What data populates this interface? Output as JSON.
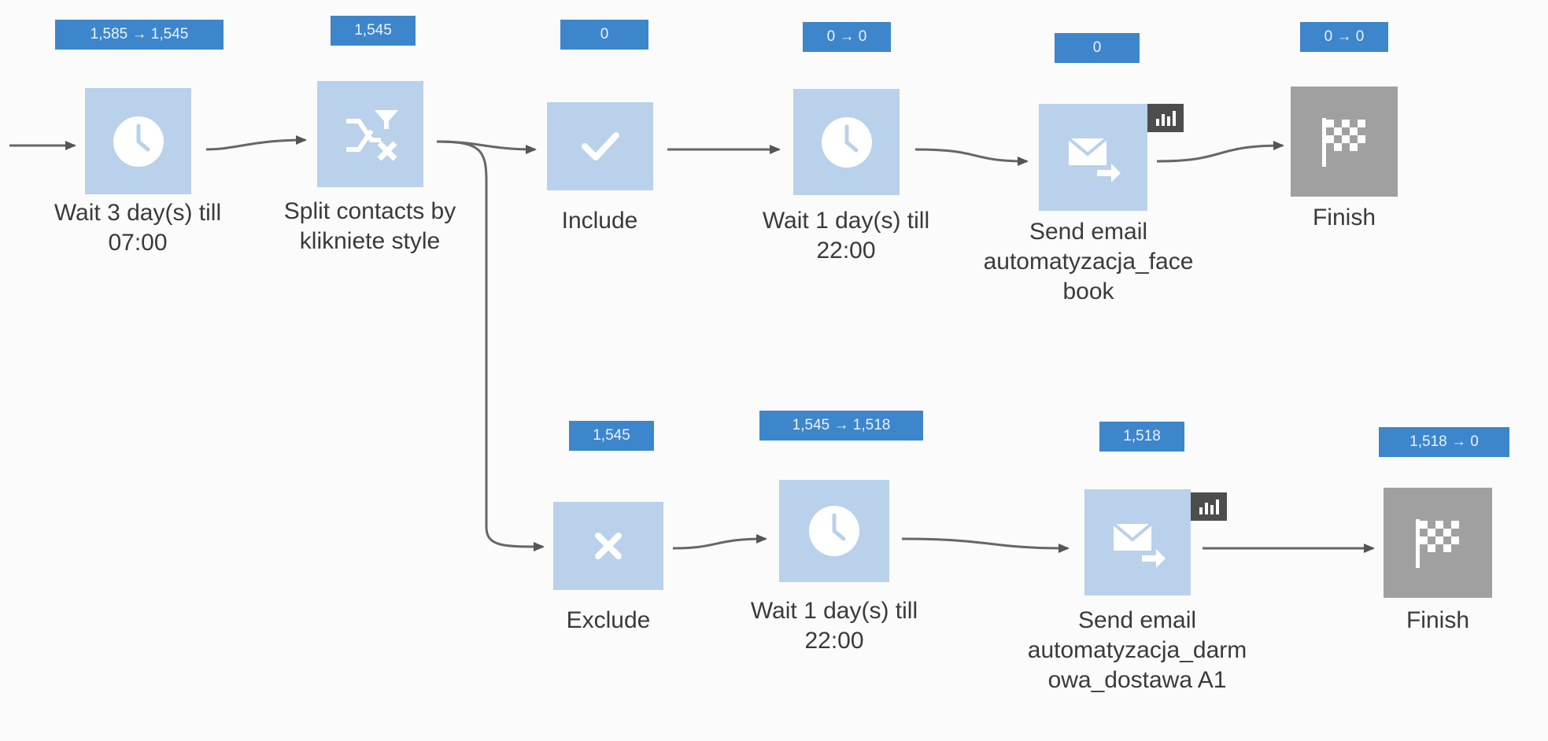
{
  "colors": {
    "badge": "#3d86cc",
    "tile": "#b9d1ea",
    "finish_tile": "#a0a0a0",
    "connector": "#555555"
  },
  "top_branch": {
    "wait1": {
      "badge": "1,585 → 1,545",
      "label": "Wait 3 day(s) till 07:00",
      "icon": "clock-icon"
    },
    "split": {
      "badge": "1,545",
      "label": "Split contacts by klikniete style",
      "icon": "split-filter-icon"
    },
    "include": {
      "badge": "0",
      "label": "Include",
      "icon": "check-icon"
    },
    "wait2": {
      "badge": "0 → 0",
      "label": "Wait 1 day(s) till 22:00",
      "icon": "clock-icon"
    },
    "email": {
      "badge": "0",
      "label": "Send email automatyzacja_face book",
      "icon": "send-email-icon",
      "stats_icon": "bar-chart-icon"
    },
    "finish": {
      "badge": "0 → 0",
      "label": "Finish",
      "icon": "checkered-flag-icon"
    }
  },
  "bottom_branch": {
    "exclude": {
      "badge": "1,545",
      "label": "Exclude",
      "icon": "x-icon"
    },
    "wait": {
      "badge": "1,545 → 1,518",
      "label": "Wait 1 day(s) till 22:00",
      "icon": "clock-icon"
    },
    "email": {
      "badge": "1,518",
      "label": "Send email automatyzacja_darm owa_dostawa A1",
      "icon": "send-email-icon",
      "stats_icon": "bar-chart-icon"
    },
    "finish": {
      "badge": "1,518 → 0",
      "label": "Finish",
      "icon": "checkered-flag-icon"
    }
  }
}
